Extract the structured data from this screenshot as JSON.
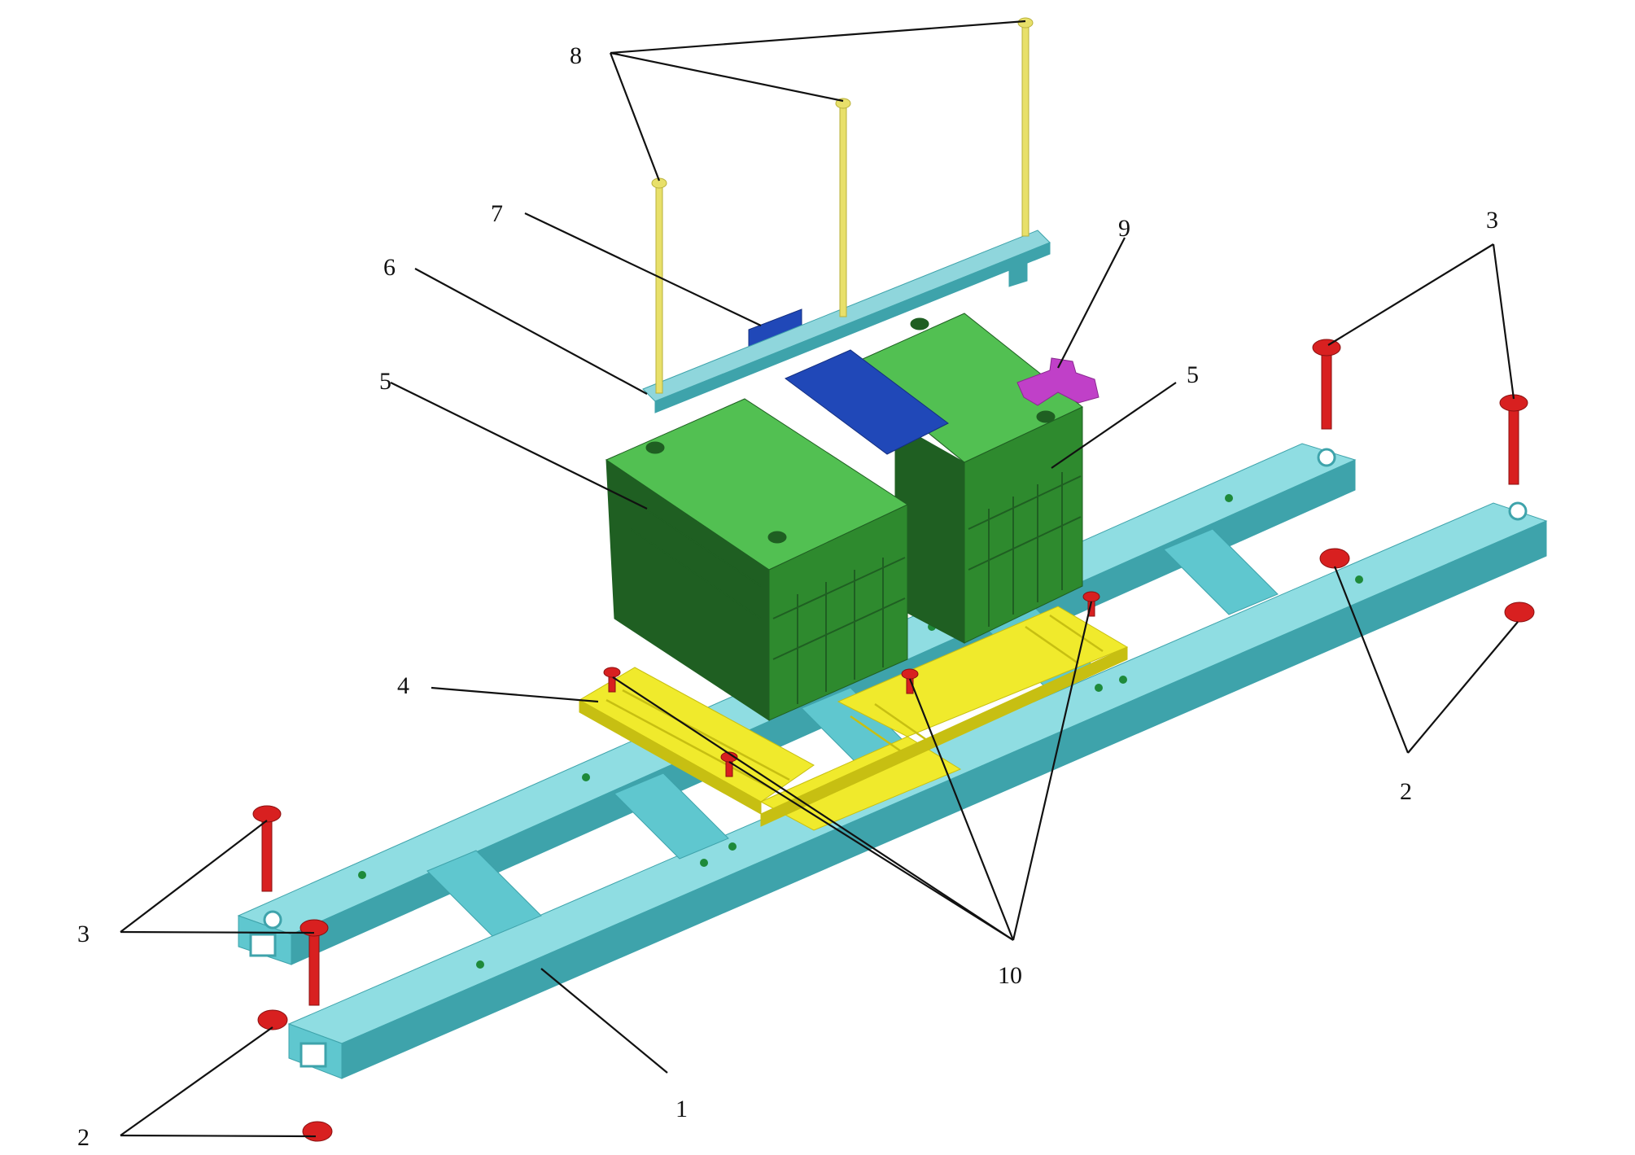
{
  "callouts": {
    "frame": "1",
    "nut_front": "2",
    "nut_rear": "2",
    "bolt_front": "3",
    "bolt_rear": "3",
    "tray": "4",
    "battery_left": "5",
    "battery_right": "5",
    "clamp_bar": "6",
    "pad": "7",
    "rods": "8",
    "bracket": "9",
    "screws": "10"
  },
  "colors": {
    "frame": "#5fc7cf",
    "frame_dark": "#3ea3ab",
    "frame_light": "#8fdde2",
    "battery": "#2e8a2e",
    "battery_top": "#52c052",
    "battery_dark": "#1f5f22",
    "tray": "#f0ea2c",
    "tray_dark": "#c7bf12",
    "clamp": "#8fd6dc",
    "pad": "#2048b8",
    "rod": "#e8e06a",
    "bracket": "#c040c8",
    "fastener": "#d82020",
    "hole": "#1e8a3a"
  }
}
